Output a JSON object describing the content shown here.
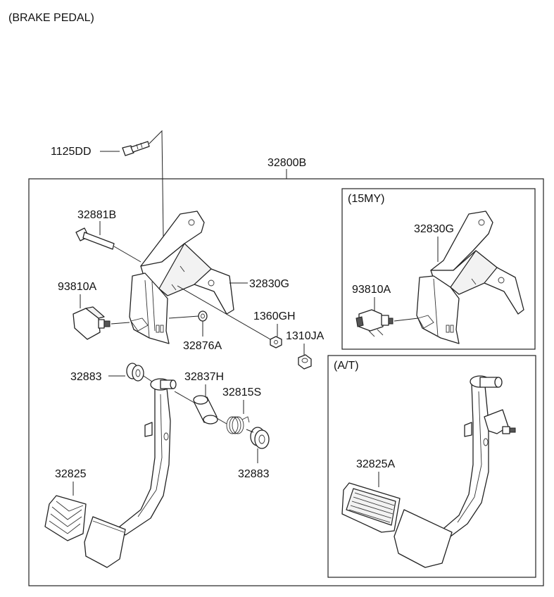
{
  "title": "(BRAKE PEDAL)",
  "sections": {
    "my15": "(15MY)",
    "at": "(A/T)"
  },
  "labels": {
    "p1125DD": "1125DD",
    "p32800B": "32800B",
    "p32881B": "32881B",
    "p93810A": "93810A",
    "p32830G": "32830G",
    "p1360GH": "1360GH",
    "p32876A": "32876A",
    "p1310JA": "1310JA",
    "p32883a": "32883",
    "p32837H": "32837H",
    "p32815S": "32815S",
    "p32883b": "32883",
    "p32825": "32825",
    "p32830G_15my": "32830G",
    "p93810A_15my": "93810A",
    "p32825A": "32825A"
  }
}
